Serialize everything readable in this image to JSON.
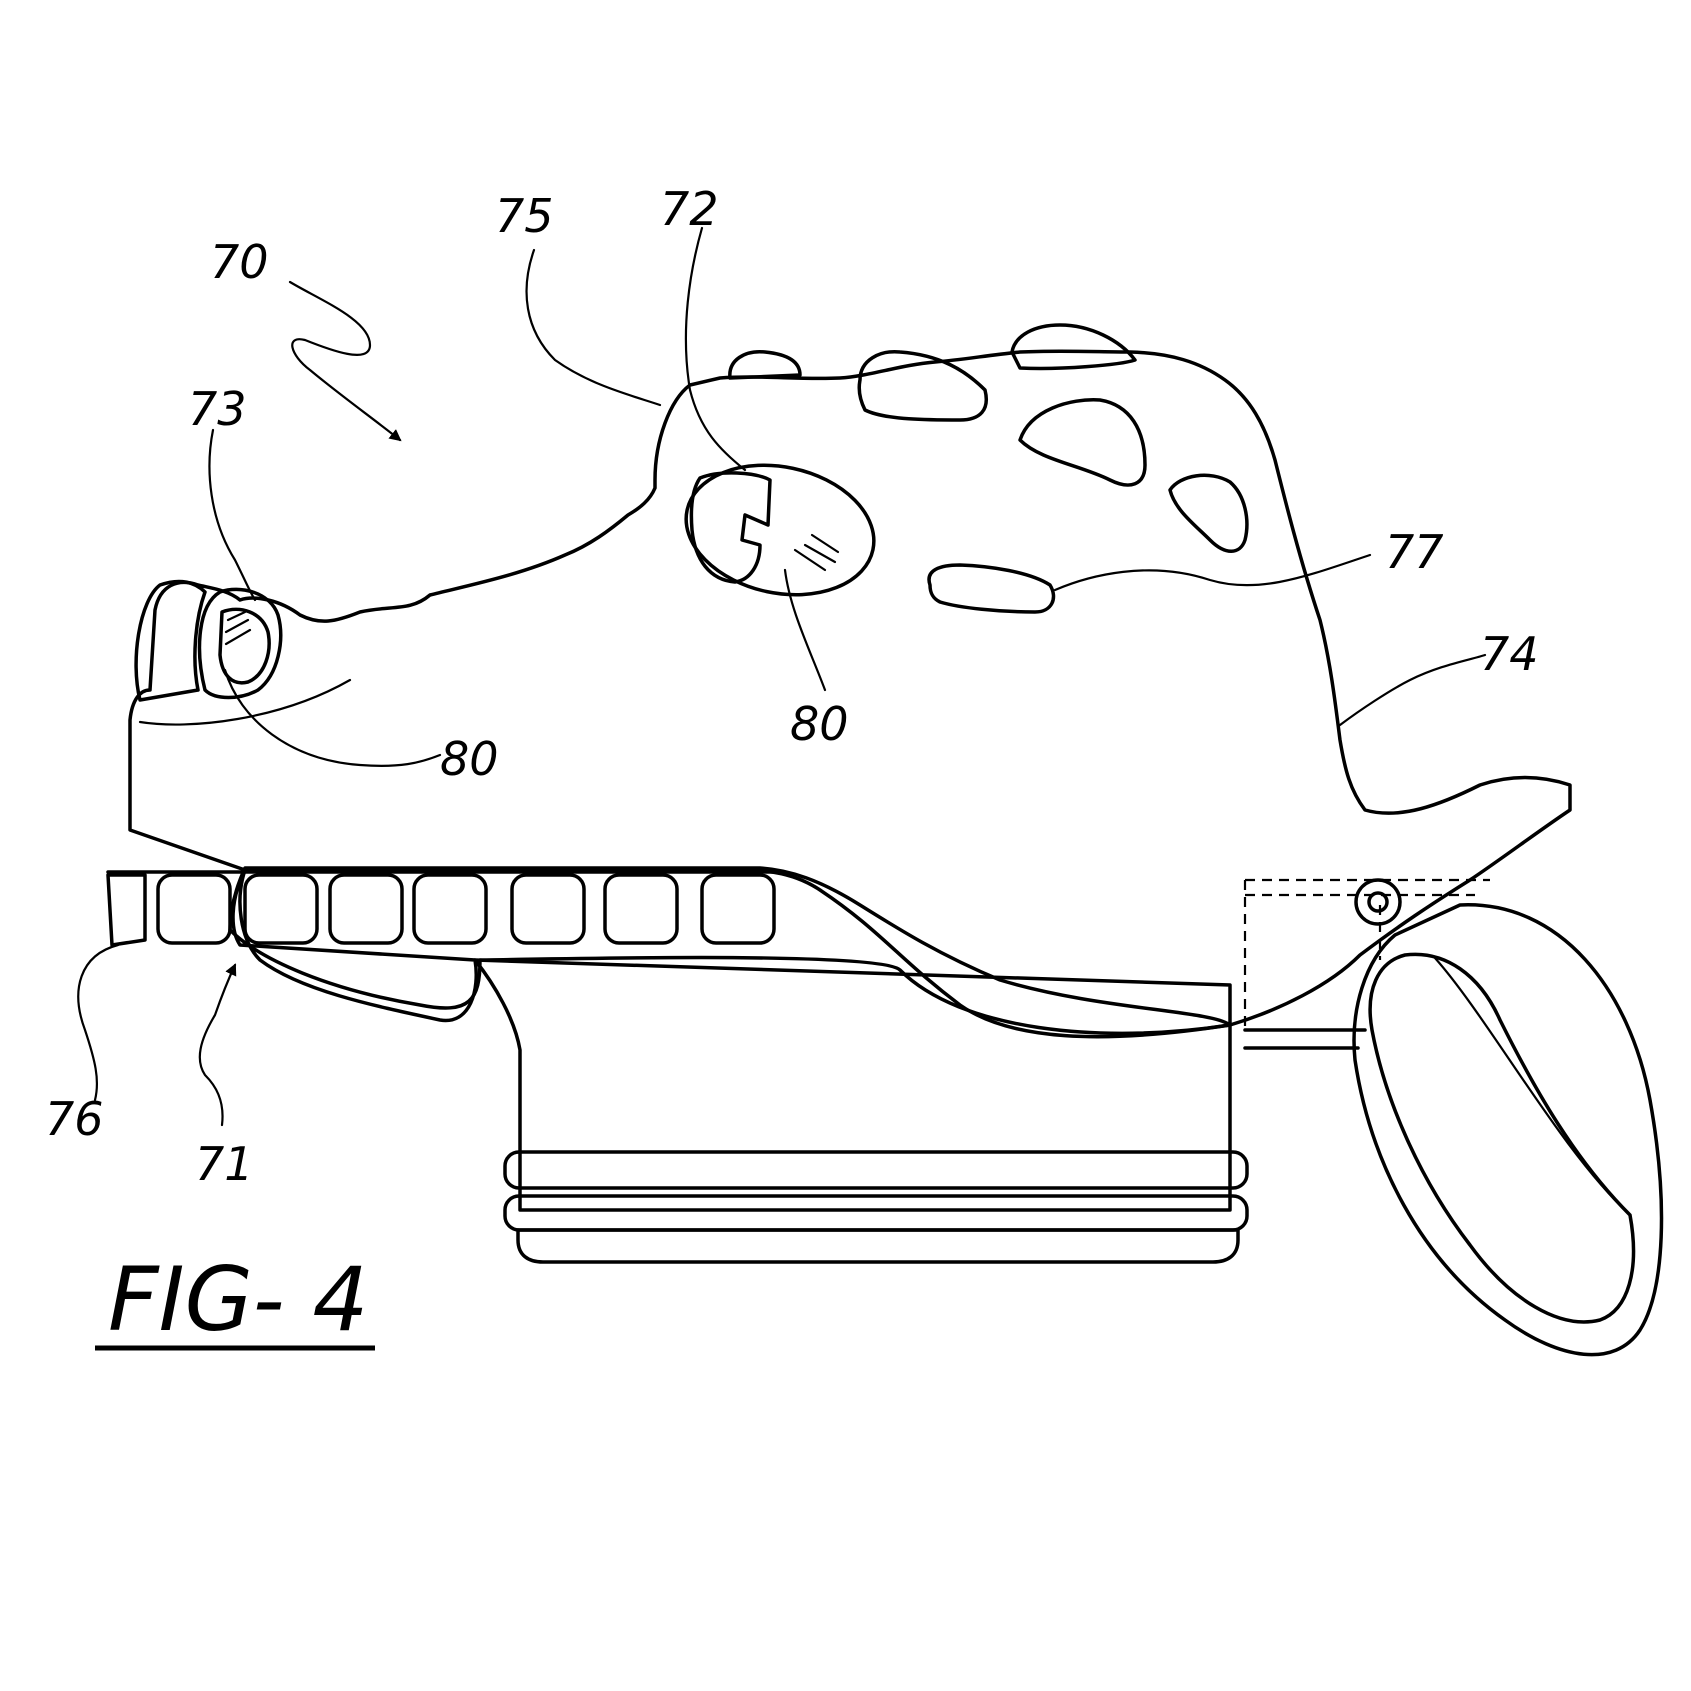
{
  "figure": {
    "label": "FIG- 4"
  },
  "references": {
    "r70": "70",
    "r75": "75",
    "r72": "72",
    "r73": "73",
    "r77": "77",
    "r74": "74",
    "r80a": "80",
    "r80b": "80",
    "r76": "76",
    "r71": "71"
  }
}
